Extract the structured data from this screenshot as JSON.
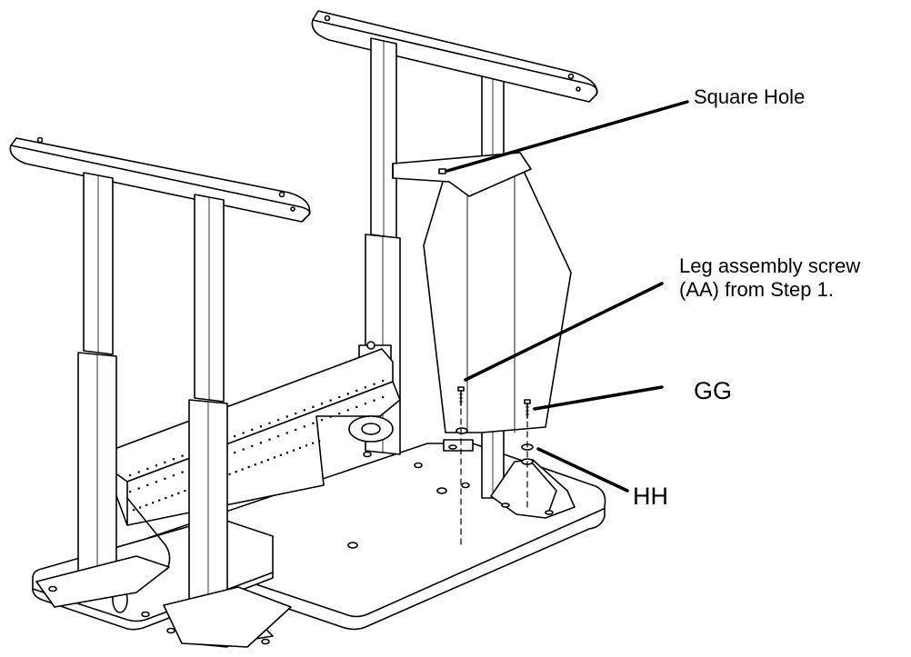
{
  "colors": {
    "ink": "#000000",
    "panel": "#ffffff",
    "shade": "#e6e6e6"
  },
  "callouts": {
    "square_hole": "Square Hole",
    "leg_screw_line1": "Leg assembly screw",
    "leg_screw_line2": "(AA) from Step 1.",
    "gg": "GG",
    "hh": "HH"
  }
}
